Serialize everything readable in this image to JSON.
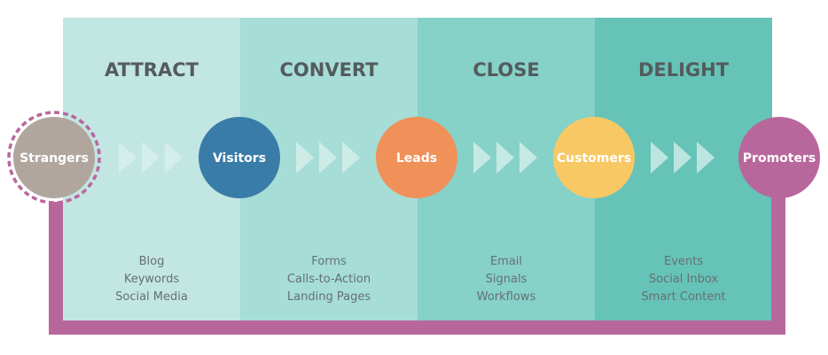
{
  "stages": [
    {
      "title": "ATTRACT",
      "color": "#c2e6e2",
      "items": [
        "Blog",
        "Keywords",
        "Social Media"
      ]
    },
    {
      "title": "CONVERT",
      "color": "#a6ddd6",
      "items": [
        "Forms",
        "Calls-to-Action",
        "Landing Pages"
      ]
    },
    {
      "title": "CLOSE",
      "color": "#86d1c8",
      "items": [
        "Email",
        "Signals",
        "Workflows"
      ]
    },
    {
      "title": "DELIGHT",
      "color": "#66c3b8",
      "items": [
        "Events",
        "Social Inbox",
        "Smart Content"
      ]
    }
  ],
  "nodes": [
    {
      "label": "Strangers",
      "color": "#b0a69e"
    },
    {
      "label": "Visitors",
      "color": "#3a7ca8"
    },
    {
      "label": "Leads",
      "color": "#f0915a"
    },
    {
      "label": "Customers",
      "color": "#f8c865"
    },
    {
      "label": "Promoters",
      "color": "#b8679c"
    }
  ],
  "loop_color": "#b8679c",
  "chevron_color": "#d9f0ed"
}
